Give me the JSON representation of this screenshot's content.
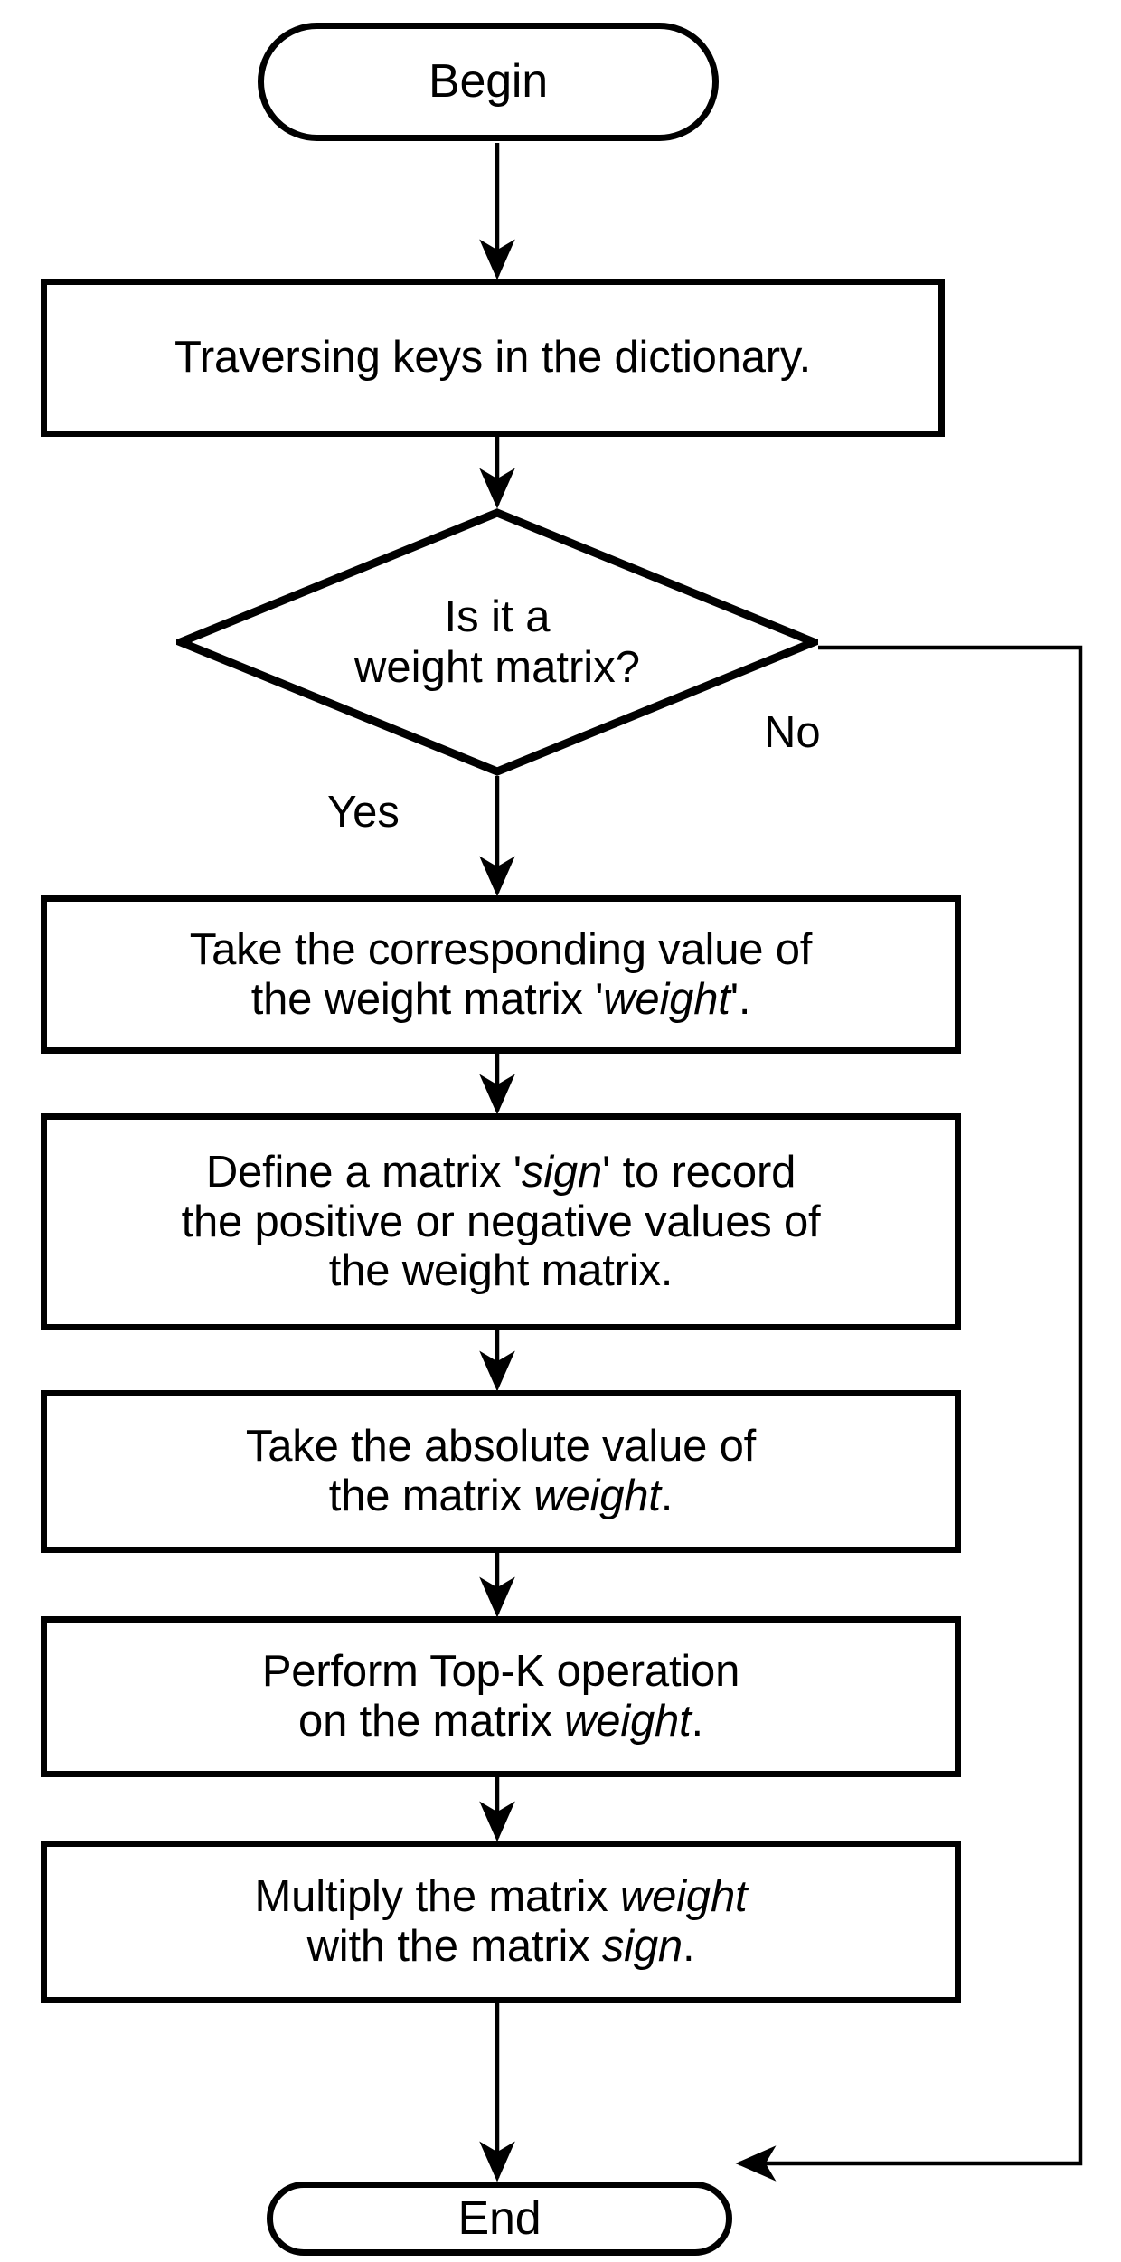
{
  "diagram": {
    "type": "flowchart",
    "title": "Weight matrix Top-K pruning flowchart",
    "colors": {
      "stroke": "#000000",
      "fill": "#ffffff",
      "text": "#000000"
    },
    "nodes": {
      "begin": {
        "shape": "terminal",
        "label": "Begin"
      },
      "traverse": {
        "shape": "process",
        "label": "Traversing keys in the dictionary."
      },
      "decision": {
        "shape": "decision",
        "line1": "Is it a",
        "line2": "weight matrix?"
      },
      "take_value": {
        "shape": "process",
        "line1": "Take the corresponding value of",
        "line2_pre": "the weight matrix '",
        "line2_em": "weight",
        "line2_post": "'."
      },
      "define_sign": {
        "shape": "process",
        "line1_pre": "Define a matrix '",
        "line1_em": "sign",
        "line1_post": "' to record",
        "line2": "the positive or negative values of",
        "line3": "the weight matrix."
      },
      "absolute": {
        "shape": "process",
        "line1": "Take the absolute value of",
        "line2_pre": "the matrix ",
        "line2_em": "weight",
        "line2_post": "."
      },
      "topk": {
        "shape": "process",
        "line1": "Perform Top-K operation",
        "line2_pre": "on the matrix ",
        "line2_em": "weight",
        "line2_post": "."
      },
      "multiply": {
        "shape": "process",
        "line1_pre": "Multiply the matrix ",
        "line1_em": "weight",
        "line1_post": "",
        "line2_pre": "with the matrix ",
        "line2_em": "sign",
        "line2_post": "."
      },
      "end": {
        "shape": "terminal",
        "label": "End"
      }
    },
    "edge_labels": {
      "yes": "Yes",
      "no": "No"
    },
    "edges": [
      {
        "from": "begin",
        "to": "traverse",
        "label": ""
      },
      {
        "from": "traverse",
        "to": "decision",
        "label": ""
      },
      {
        "from": "decision",
        "to": "take_value",
        "label": "Yes"
      },
      {
        "from": "decision",
        "to": "end",
        "label": "No"
      },
      {
        "from": "take_value",
        "to": "define_sign",
        "label": ""
      },
      {
        "from": "define_sign",
        "to": "absolute",
        "label": ""
      },
      {
        "from": "absolute",
        "to": "topk",
        "label": ""
      },
      {
        "from": "topk",
        "to": "multiply",
        "label": ""
      },
      {
        "from": "multiply",
        "to": "end",
        "label": ""
      }
    ]
  }
}
